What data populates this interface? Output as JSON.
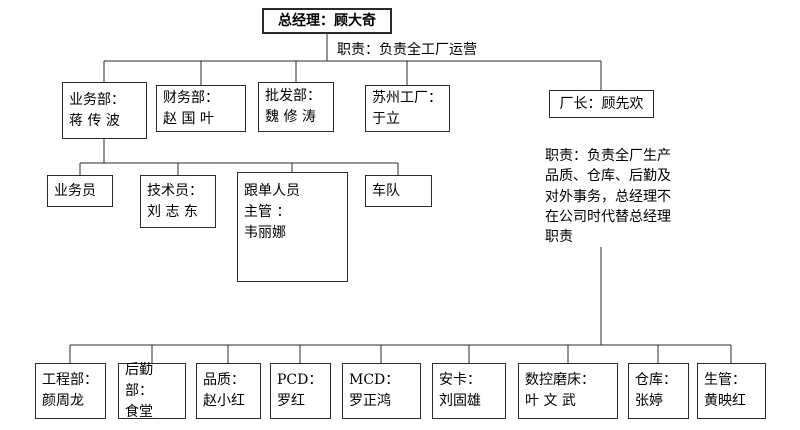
{
  "root": {
    "label": "总经理：顾大奇",
    "note": "职责：负责全工厂运营"
  },
  "level2": {
    "business": "业务部：\n蒋 传 波",
    "finance": "财务部：\n赵 国 叶",
    "wholesale": "批发部：\n魏 修 涛",
    "suzhou": "苏州工厂：\n于立",
    "director": "厂长：顾先欢"
  },
  "director_note": "职责：负责全厂生产\n品质、仓库、后勤及\n对外事务，总经理不\n在公司时代替总经理\n职责",
  "level3": {
    "sales": "业务员",
    "technician": "技术员：\n刘 志 东",
    "followup": "跟单人员\n主管 ：\n韦丽娜",
    "fleet": "车队"
  },
  "level4": [
    "工程部：\n颜周龙",
    "后勤部：\n食堂",
    "品质：\n赵小红",
    "PCD：\n罗红",
    "MCD：\n罗正鸿",
    "安卡：\n刘固雄",
    "数控磨床：\n叶 文 武",
    "仓库：\n张婷",
    "生管：\n黄映红"
  ]
}
